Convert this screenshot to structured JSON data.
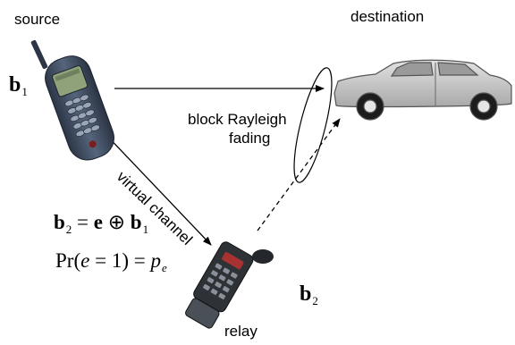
{
  "labels": {
    "source": "source",
    "destination": "destination",
    "relay": "relay",
    "fading_line1": "block Rayleigh",
    "fading_line2": "fading",
    "virtual_channel": "virtual channel"
  },
  "math": {
    "b1_bold": "b",
    "b1_sub": "1",
    "b2_bold": "b",
    "b2_sub": "2",
    "relation_lhs_bold": "b",
    "relation_lhs_sub": "2",
    "relation_eq": " = ",
    "relation_e": "e",
    "relation_xor": " ⊕ ",
    "relation_rhs_bold": "b",
    "relation_rhs_sub": "1",
    "prob_prefix": "Pr(",
    "prob_var": "e",
    "prob_mid": " = 1) = ",
    "prob_p": "p",
    "prob_sub": "e"
  },
  "icons": {
    "source_device": "cell-phone-icon",
    "relay_device": "flip-phone-icon",
    "destination_device": "car-icon"
  },
  "colors": {
    "phone_body": "#3d4a5c",
    "phone_screen": "#8fa27a",
    "car_body": "#c8c8c8",
    "car_outline": "#555555"
  }
}
